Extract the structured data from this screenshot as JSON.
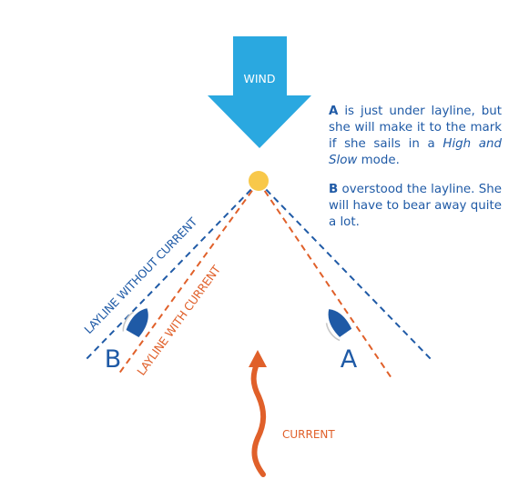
{
  "wind_label": "WIND",
  "current_label": "CURRENT",
  "layline_without_current": "LAYLINE WITHOUT CURRENT",
  "layline_with_current": "LAYLINE WITH CURRENT",
  "boat_a_label": "A",
  "boat_b_label": "B",
  "note_a": {
    "letter": "A",
    "text_before": " is just under layline, but she will make it to the mark if she sails in a ",
    "italic": "High and Slow",
    "text_after": " mode."
  },
  "note_b": {
    "letter": "B",
    "text": " overstood the layline. She will have to bear away quite a lot."
  },
  "colors": {
    "wind_arrow": "#2aa8e0",
    "mark": "#f8c84a",
    "navy": "#1f5aa6",
    "orange": "#e0602a"
  }
}
